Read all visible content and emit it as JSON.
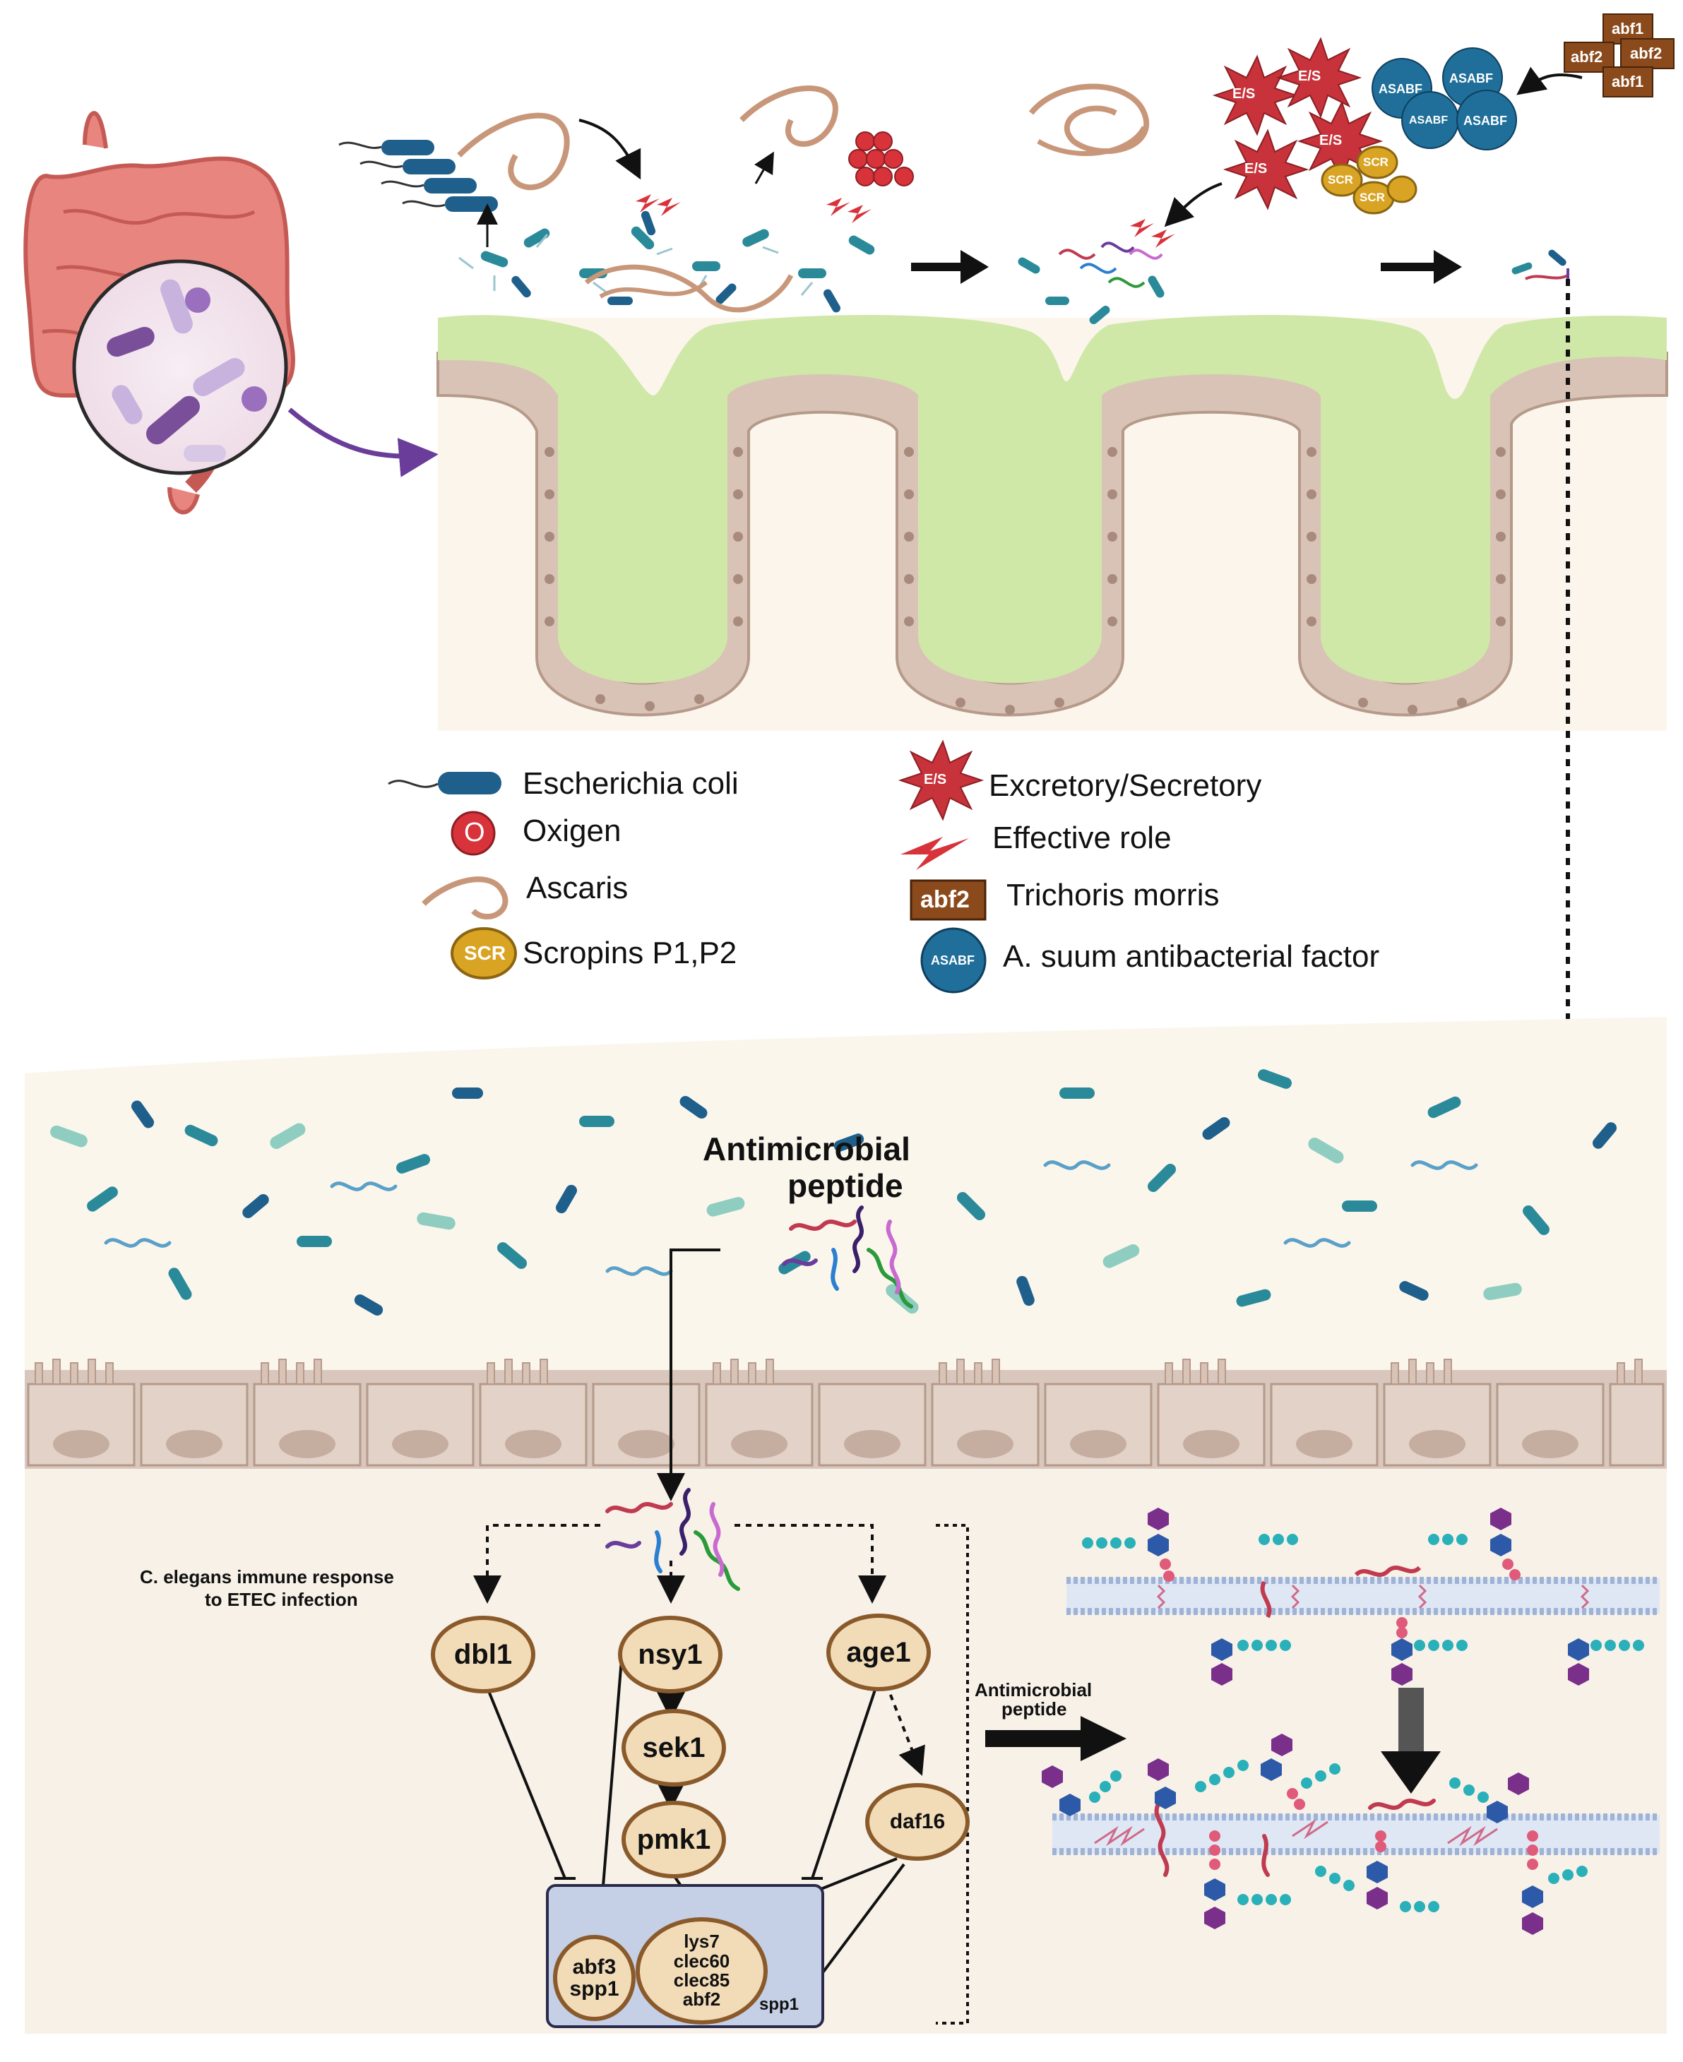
{
  "legend": {
    "ecoli": "Escherichia coli",
    "oxygen": "Oxigen",
    "ascaris": "Ascaris",
    "scropins": "Scropins P1,P2",
    "es": "Excretory/Secretory",
    "effective": "Effective role",
    "trichoris": "Trichoris morris",
    "asabf": "A. suum antibacterial factor"
  },
  "icon_text": {
    "es": "E/S",
    "scr": "SCR",
    "asabf": "ASABF",
    "abf1": "abf1",
    "abf2": "abf2",
    "oxygen": "O"
  },
  "bottom": {
    "amp_title_line1": "Antimicrobial",
    "amp_title_line2": "peptide",
    "response_line1": "C. elegans immune response",
    "response_line2": "to ETEC infection",
    "amp_arrow_line1": "Antimicrobial",
    "amp_arrow_line2": "peptide"
  },
  "pathway": {
    "dbl1": "dbl1",
    "nsy1": "nsy1",
    "age1": "age1",
    "sek1": "sek1",
    "pmk1": "pmk1",
    "daf16": "daf16",
    "abf3": "abf3",
    "spp1": "spp1",
    "lys7": "lys7",
    "clec60": "clec60",
    "clec85": "clec85",
    "abf2": "abf2",
    "spp1_out": "spp1"
  },
  "colors": {
    "mucus": "#cfe8a8",
    "epithelium": "#d9c3b6",
    "cell_border": "#b59a8a",
    "lumen_bg": "#fbf6ec",
    "ecoli": "#1f5f8b",
    "bacteria_teal": "#2a8a9a",
    "es_red": "#c8323a",
    "asabf_blue": "#1f6f9a",
    "scr_gold": "#d9a424",
    "abf_brown": "#8b4a1c",
    "node_fill": "#f2dcb8",
    "node_border": "#8a5a2b",
    "output_box": "#c5cfe6",
    "membrane": "#9fb3d6"
  }
}
